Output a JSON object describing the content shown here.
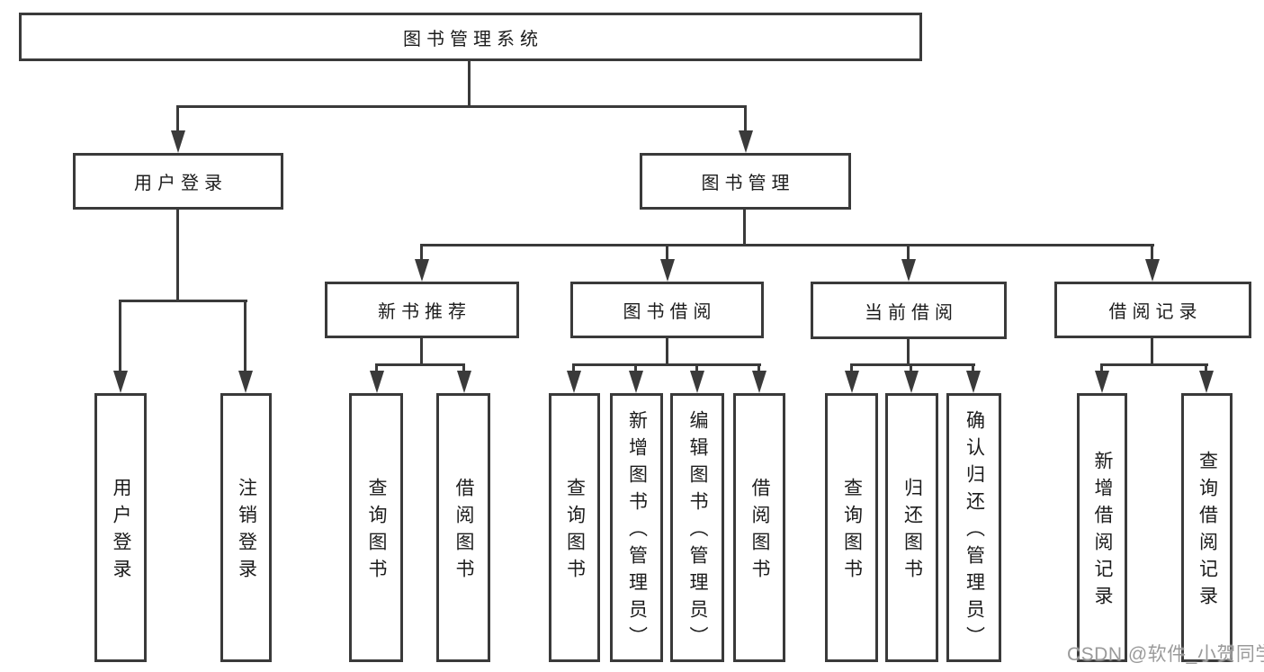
{
  "tree": {
    "label": "图书管理系统",
    "children": [
      {
        "label": "用户登录",
        "children": [
          {
            "label": "用户登录"
          },
          {
            "label": "注销登录"
          }
        ]
      },
      {
        "label": "图书管理",
        "children": [
          {
            "label": "新书推荐",
            "children": [
              {
                "label": "查询图书"
              },
              {
                "label": "借阅图书"
              }
            ]
          },
          {
            "label": "图书借阅",
            "children": [
              {
                "label": "查询图书"
              },
              {
                "label": "新增图书（管理员）"
              },
              {
                "label": "编辑图书（管理员）"
              },
              {
                "label": "借阅图书"
              }
            ]
          },
          {
            "label": "当前借阅",
            "children": [
              {
                "label": "查询图书"
              },
              {
                "label": "归还图书"
              },
              {
                "label": "确认归还（管理员）"
              }
            ]
          },
          {
            "label": "借阅记录",
            "children": [
              {
                "label": "新增借阅记录"
              },
              {
                "label": "查询借阅记录"
              }
            ]
          }
        ]
      }
    ]
  },
  "watermark": {
    "text": "CSDN @软件_小贺同学"
  },
  "colors": {
    "line": "#3a3a3a",
    "text": "#1c1c1c",
    "watermark": "#9a9a9a",
    "bg": "#ffffff"
  }
}
